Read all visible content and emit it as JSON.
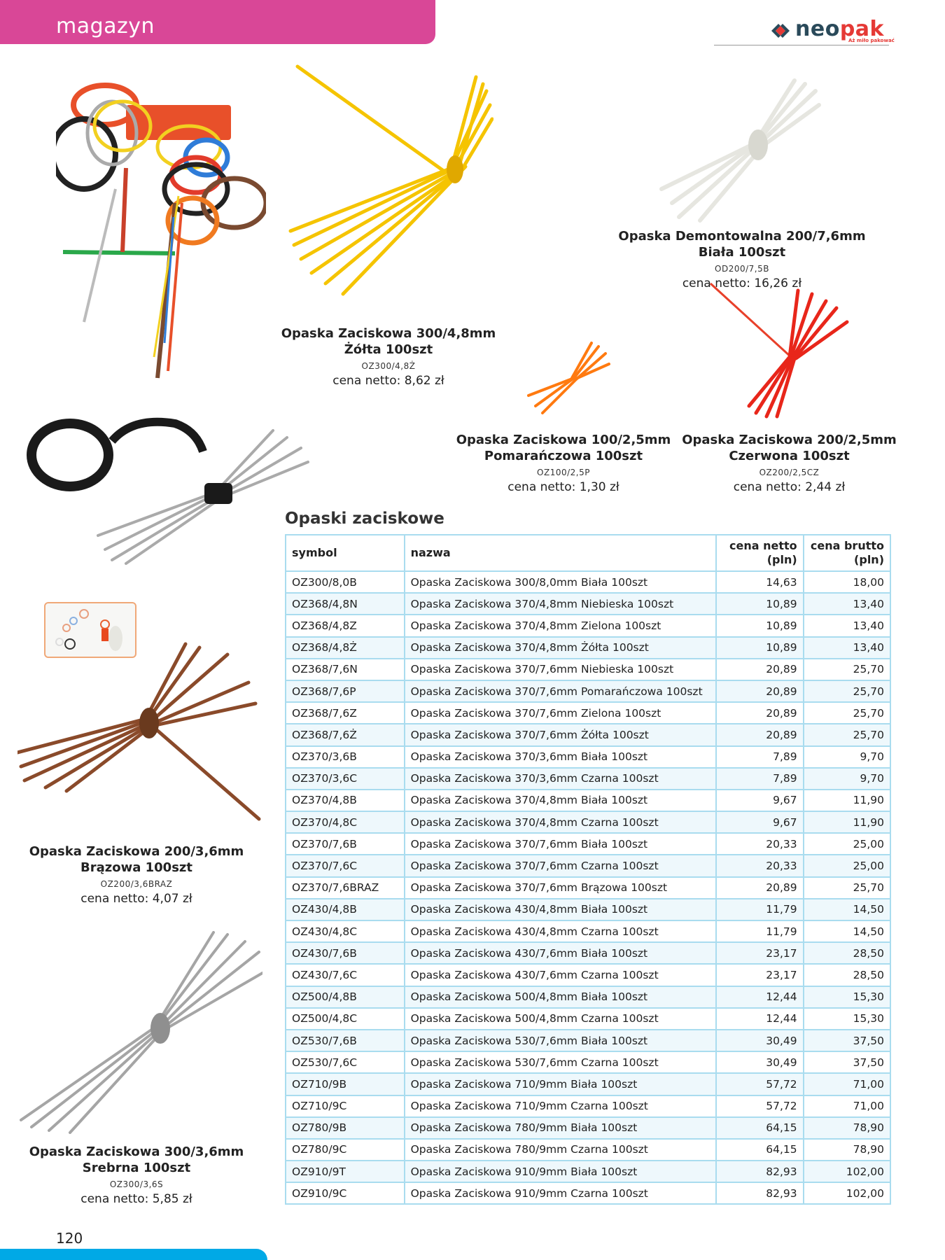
{
  "header": {
    "section_label": "magazyn",
    "colors": {
      "tab": "#d94797",
      "footer_bar": "#00a9e6",
      "table_border": "#a9dcef"
    }
  },
  "logo": {
    "name_part1": "neo",
    "name_part2": "pak",
    "tagline": "Aż miło pakować",
    "colors": {
      "dark": "#2a4a5a",
      "red": "#e53935"
    }
  },
  "products": [
    {
      "id": "demontowalna",
      "title_line1": "Opaska Demontowalna 200/7,6mm",
      "title_line2": "Biała 100szt",
      "code": "OD200/7,5B",
      "price": "cena netto: 16,26 zł",
      "image_icon": "white-cable-ties-image"
    },
    {
      "id": "zolta300",
      "title_line1": "Opaska Zaciskowa 300/4,8mm",
      "title_line2": "Żółta 100szt",
      "code": "OZ300/4,8Ż",
      "price": "cena netto: 8,62 zł",
      "image_icon": "yellow-cable-ties-image"
    },
    {
      "id": "pomaranczowa100",
      "title_line1": "Opaska Zaciskowa 100/2,5mm",
      "title_line2": "Pomarańczowa 100szt",
      "code": "OZ100/2,5P",
      "price": "cena netto: 1,30 zł",
      "image_icon": "orange-cable-ties-image"
    },
    {
      "id": "czerwona200",
      "title_line1": "Opaska Zaciskowa 200/2,5mm",
      "title_line2": "Czerwona 100szt",
      "code": "OZ200/2,5CZ",
      "price": "cena netto: 2,44 zł",
      "image_icon": "red-cable-ties-image"
    },
    {
      "id": "brazowa200",
      "title_line1": "Opaska Zaciskowa 200/3,6mm",
      "title_line2": "Brązowa 100szt",
      "code": "OZ200/3,6BRAZ",
      "price": "cena netto: 4,07 zł",
      "image_icon": "brown-cable-ties-image"
    },
    {
      "id": "srebrna300",
      "title_line1": "Opaska Zaciskowa 300/3,6mm",
      "title_line2": "Srebrna 100szt",
      "code": "OZ300/3,6S",
      "price": "cena netto: 5,85 zł",
      "image_icon": "silver-cable-ties-image"
    }
  ],
  "table": {
    "title": "Opaski zaciskowe",
    "headers": {
      "symbol": "symbol",
      "nazwa": "nazwa",
      "netto_line1": "cena netto",
      "netto_line2": "(pln)",
      "brutto_line1": "cena brutto",
      "brutto_line2": "(pln)"
    },
    "rows": [
      {
        "symbol": "OZ300/8,0B",
        "nazwa": "Opaska Zaciskowa 300/8,0mm Biała 100szt",
        "netto": "14,63",
        "brutto": "18,00"
      },
      {
        "symbol": "OZ368/4,8N",
        "nazwa": "Opaska Zaciskowa 370/4,8mm Niebieska 100szt",
        "netto": "10,89",
        "brutto": "13,40"
      },
      {
        "symbol": "OZ368/4,8Z",
        "nazwa": "Opaska Zaciskowa 370/4,8mm Zielona 100szt",
        "netto": "10,89",
        "brutto": "13,40"
      },
      {
        "symbol": "OZ368/4,8Ż",
        "nazwa": "Opaska Zaciskowa 370/4,8mm Żółta 100szt",
        "netto": "10,89",
        "brutto": "13,40"
      },
      {
        "symbol": "OZ368/7,6N",
        "nazwa": "Opaska Zaciskowa 370/7,6mm Niebieska 100szt",
        "netto": "20,89",
        "brutto": "25,70"
      },
      {
        "symbol": "OZ368/7,6P",
        "nazwa": "Opaska Zaciskowa 370/7,6mm Pomarańczowa 100szt",
        "netto": "20,89",
        "brutto": "25,70"
      },
      {
        "symbol": "OZ368/7,6Z",
        "nazwa": "Opaska Zaciskowa 370/7,6mm Zielona 100szt",
        "netto": "20,89",
        "brutto": "25,70"
      },
      {
        "symbol": "OZ368/7,6Ż",
        "nazwa": "Opaska Zaciskowa 370/7,6mm Żółta 100szt",
        "netto": "20,89",
        "brutto": "25,70"
      },
      {
        "symbol": "OZ370/3,6B",
        "nazwa": "Opaska Zaciskowa 370/3,6mm Biała 100szt",
        "netto": "7,89",
        "brutto": "9,70"
      },
      {
        "symbol": "OZ370/3,6C",
        "nazwa": "Opaska Zaciskowa 370/3,6mm Czarna 100szt",
        "netto": "7,89",
        "brutto": "9,70"
      },
      {
        "symbol": "OZ370/4,8B",
        "nazwa": "Opaska Zaciskowa 370/4,8mm Biała 100szt",
        "netto": "9,67",
        "brutto": "11,90"
      },
      {
        "symbol": "OZ370/4,8C",
        "nazwa": "Opaska Zaciskowa 370/4,8mm Czarna 100szt",
        "netto": "9,67",
        "brutto": "11,90"
      },
      {
        "symbol": "OZ370/7,6B",
        "nazwa": "Opaska Zaciskowa 370/7,6mm Biała 100szt",
        "netto": "20,33",
        "brutto": "25,00"
      },
      {
        "symbol": "OZ370/7,6C",
        "nazwa": "Opaska Zaciskowa 370/7,6mm Czarna 100szt",
        "netto": "20,33",
        "brutto": "25,00"
      },
      {
        "symbol": "OZ370/7,6BRAZ",
        "nazwa": "Opaska Zaciskowa 370/7,6mm Brązowa 100szt",
        "netto": "20,89",
        "brutto": "25,70"
      },
      {
        "symbol": "OZ430/4,8B",
        "nazwa": "Opaska Zaciskowa 430/4,8mm Biała 100szt",
        "netto": "11,79",
        "brutto": "14,50"
      },
      {
        "symbol": "OZ430/4,8C",
        "nazwa": "Opaska Zaciskowa 430/4,8mm Czarna 100szt",
        "netto": "11,79",
        "brutto": "14,50"
      },
      {
        "symbol": "OZ430/7,6B",
        "nazwa": "Opaska Zaciskowa 430/7,6mm Biała 100szt",
        "netto": "23,17",
        "brutto": "28,50"
      },
      {
        "symbol": "OZ430/7,6C",
        "nazwa": "Opaska Zaciskowa 430/7,6mm Czarna 100szt",
        "netto": "23,17",
        "brutto": "28,50"
      },
      {
        "symbol": "OZ500/4,8B",
        "nazwa": "Opaska Zaciskowa 500/4,8mm Biała 100szt",
        "netto": "12,44",
        "brutto": "15,30"
      },
      {
        "symbol": "OZ500/4,8C",
        "nazwa": "Opaska Zaciskowa 500/4,8mm Czarna 100szt",
        "netto": "12,44",
        "brutto": "15,30"
      },
      {
        "symbol": "OZ530/7,6B",
        "nazwa": "Opaska Zaciskowa 530/7,6mm Biała 100szt",
        "netto": "30,49",
        "brutto": "37,50"
      },
      {
        "symbol": "OZ530/7,6C",
        "nazwa": "Opaska Zaciskowa 530/7,6mm Czarna 100szt",
        "netto": "30,49",
        "brutto": "37,50"
      },
      {
        "symbol": "OZ710/9B",
        "nazwa": "Opaska Zaciskowa 710/9mm Biała 100szt",
        "netto": "57,72",
        "brutto": "71,00"
      },
      {
        "symbol": "OZ710/9C",
        "nazwa": "Opaska Zaciskowa 710/9mm Czarna 100szt",
        "netto": "57,72",
        "brutto": "71,00"
      },
      {
        "symbol": "OZ780/9B",
        "nazwa": "Opaska Zaciskowa 780/9mm Biała 100szt",
        "netto": "64,15",
        "brutto": "78,90"
      },
      {
        "symbol": "OZ780/9C",
        "nazwa": "Opaska Zaciskowa 780/9mm Czarna 100szt",
        "netto": "64,15",
        "brutto": "78,90"
      },
      {
        "symbol": "OZ910/9T",
        "nazwa": "Opaska Zaciskowa 910/9mm Biała 100szt",
        "netto": "82,93",
        "brutto": "102,00"
      },
      {
        "symbol": "OZ910/9C",
        "nazwa": "Opaska Zaciskowa 910/9mm Czarna 100szt",
        "netto": "82,93",
        "brutto": "102,00"
      }
    ]
  },
  "footer": {
    "page_number": "120"
  }
}
